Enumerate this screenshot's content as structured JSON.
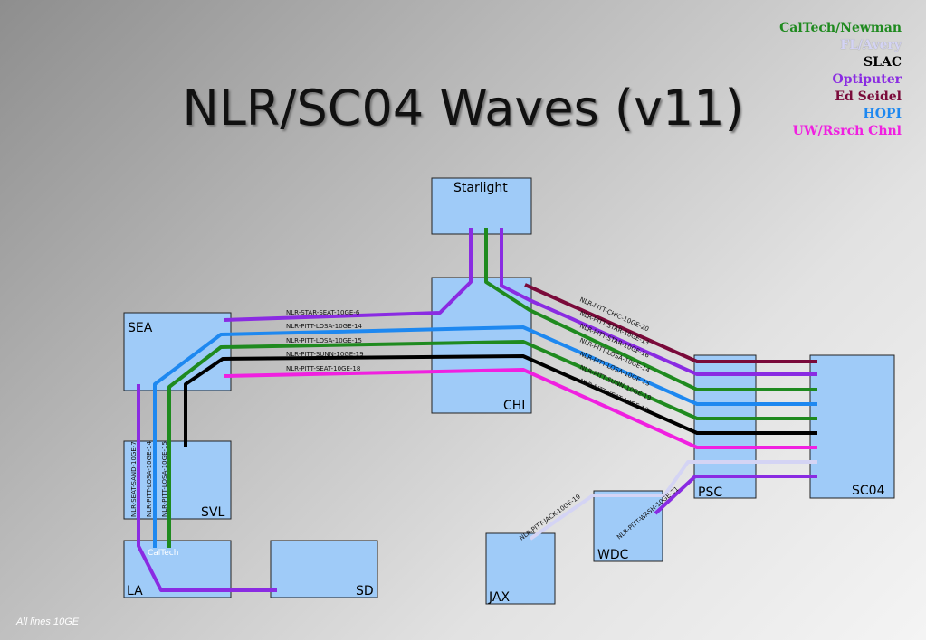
{
  "title": "NLR/SC04 Waves (v11)",
  "footnote": "All lines 10GE",
  "legend": [
    {
      "name": "CalTech/Newman",
      "color": "#1f8a1f"
    },
    {
      "name": "FL/Avery",
      "color": "#d4d4f4"
    },
    {
      "name": "SLAC",
      "color": "#000000"
    },
    {
      "name": "Optiputer",
      "color": "#8a2be2"
    },
    {
      "name": "Ed Seidel",
      "color": "#7a0a3a"
    },
    {
      "name": "HOPI",
      "color": "#1e88f0"
    },
    {
      "name": "UW/Rsrch Chnl",
      "color": "#f020e0"
    }
  ],
  "nodes": {
    "starlight": "Starlight",
    "sea": "SEA",
    "chi": "CHI",
    "svl": "SVL",
    "la": "LA",
    "sd": "SD",
    "psc": "PSC",
    "sc04": "SC04",
    "wdc": "WDC",
    "jax": "JAX"
  },
  "caltech_label": "CalTech",
  "links": {
    "star_seat_6": "NLR-STAR-SEAT-10GE-6",
    "pitt_losa_14": "NLR-PITT-LOSA-10GE-14",
    "pitt_losa_15": "NLR-PITT-LOSA-10GE-15",
    "pitt_sunn_19": "NLR-PITT-SUNN-10GE-19",
    "pitt_seat_18": "NLR-PITT-SEAT-10GE-18",
    "pitt_chic_20": "NLR-PITT-CHIC-10GE-20",
    "pitt_star_13": "NLR-PITT-STAR-10GE-13",
    "pitt_star_16": "NLR-PITT-STAR-10GE-16",
    "seat_sand_7": "NLR-SEAT-SAND-10GE-7",
    "pitt_jack_19": "NLR-PITT-JACK-10GE-19",
    "pitt_wash_21": "NLR-PITT-WASH-10GE-21"
  },
  "colors": {
    "caltech": "#1f8a1f",
    "fl_avery": "#d4d4f4",
    "slac": "#000000",
    "optiputer": "#8a2be2",
    "ed_seidel": "#7a0a3a",
    "hopi": "#1e88f0",
    "uw": "#f020e0",
    "node_fill": "#9fcbf8"
  }
}
